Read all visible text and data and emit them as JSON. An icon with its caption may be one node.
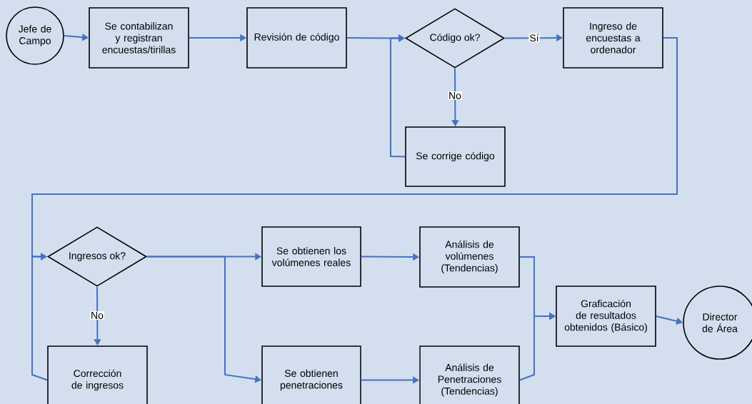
{
  "diagram": {
    "nodes": [
      {
        "text": [
          "Jefe de Campo"
        ]
      },
      {
        "text": [
          "Se contabilizan y registran encuestas/tirillas"
        ]
      },
      {
        "text": [
          "Revisión de código"
        ]
      },
      {
        "text": [
          "Código ok?"
        ]
      },
      {
        "text": [
          "Ingreso de encuestas a ordenador"
        ]
      },
      {
        "text": [
          "Se corrige código"
        ]
      },
      {
        "text": [
          "Ingresos ok?"
        ]
      },
      {
        "text": [
          "Se obtienen los volúmenes reales"
        ]
      },
      {
        "text": [
          "Análisis de volúmenes (Tendencias)"
        ]
      },
      {
        "text": [
          "Graficación de resultados obtenidos (Básico)"
        ]
      },
      {
        "text": [
          "Director de Área"
        ]
      },
      {
        "text": [
          "Corrección de ingresos"
        ]
      },
      {
        "text": [
          "Se obtienen penetraciones"
        ]
      },
      {
        "text": [
          "Análisis de Penetraciones (Tendencias)"
        ]
      }
    ],
    "edges": [
      {
        "from": 0,
        "to": 1,
        "arrow": "to"
      },
      {
        "from": 1,
        "to": 2,
        "arrow": "to"
      },
      {
        "from": 2,
        "to": 3,
        "arrow": "to"
      },
      {
        "from": 3,
        "to": 4,
        "arrow": "to",
        "label": "Sí"
      },
      {
        "from": 3,
        "to": 5,
        "arrow": "to",
        "label": "No"
      },
      {
        "from": 5,
        "to": 3,
        "arrow": "to"
      },
      {
        "from": 4,
        "to": 6,
        "arrow": "to"
      },
      {
        "from": 6,
        "to": 11,
        "arrow": "to",
        "label": "No"
      },
      {
        "from": 11,
        "to": 6,
        "arrow": "to"
      },
      {
        "from": 6,
        "to": 7,
        "arrow": "to"
      },
      {
        "from": 6,
        "to": 12,
        "arrow": "to"
      },
      {
        "from": 7,
        "to": 8,
        "arrow": "to"
      },
      {
        "from": 12,
        "to": 13,
        "arrow": "to"
      },
      {
        "from": 8,
        "to": 9,
        "arrow": "to"
      },
      {
        "from": 13,
        "to": 9,
        "arrow": "to"
      },
      {
        "from": 9,
        "to": 10,
        "arrow": "to"
      }
    ]
  }
}
